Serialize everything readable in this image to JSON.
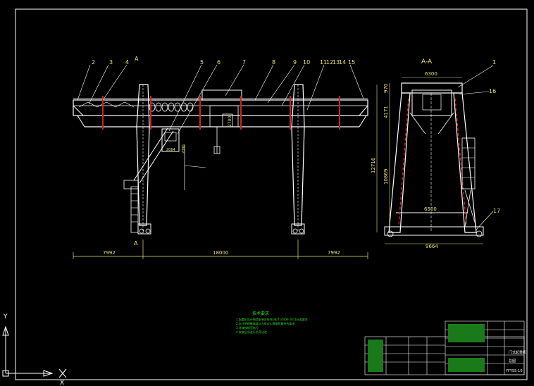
{
  "colors": {
    "background": "#000000",
    "structure": "#ffffff",
    "dimension": "#e8e070",
    "rail_red": "#cc2222",
    "notes_green": "#33dd33",
    "title_block": "#ffffff"
  },
  "balloons": {
    "front": [
      "2",
      "3",
      "4",
      "5",
      "6",
      "7",
      "8",
      "9",
      "10",
      "11",
      "12",
      "13",
      "14",
      "15"
    ],
    "side": [
      "1",
      "16",
      "17"
    ]
  },
  "section_labels": {
    "front_mark": "A",
    "front_mark_bottom": "A",
    "side_title": "A-A"
  },
  "front_dimensions": {
    "left_cantilever": "7992",
    "span": "18000",
    "right_cantilever": "7992",
    "hoist_width": "2064",
    "hoist_height": "2700",
    "trolley_dim": "2090",
    "total_height": "12716"
  },
  "side_dimensions": {
    "top_width": "6300",
    "upper_height": "4171",
    "top_offset": "970",
    "column_height": "10869",
    "inner_width": "6500",
    "base_width": "9664"
  },
  "notes": {
    "title": "技术要求",
    "lines": [
      "1.起重机设计制造安装应符合GB/T14406-2011标准要求",
      "2.未注明焊缝高度均为6mm,焊接质量符合要求",
      "3.涂漆按规范执行",
      "4.安装后须进行负荷试验"
    ]
  },
  "title_block": {
    "name": "门式起重机",
    "drawing_no": "YFYSS-10",
    "sub": "总图"
  },
  "axes": {
    "y_label": "Y",
    "x_label": "X"
  }
}
